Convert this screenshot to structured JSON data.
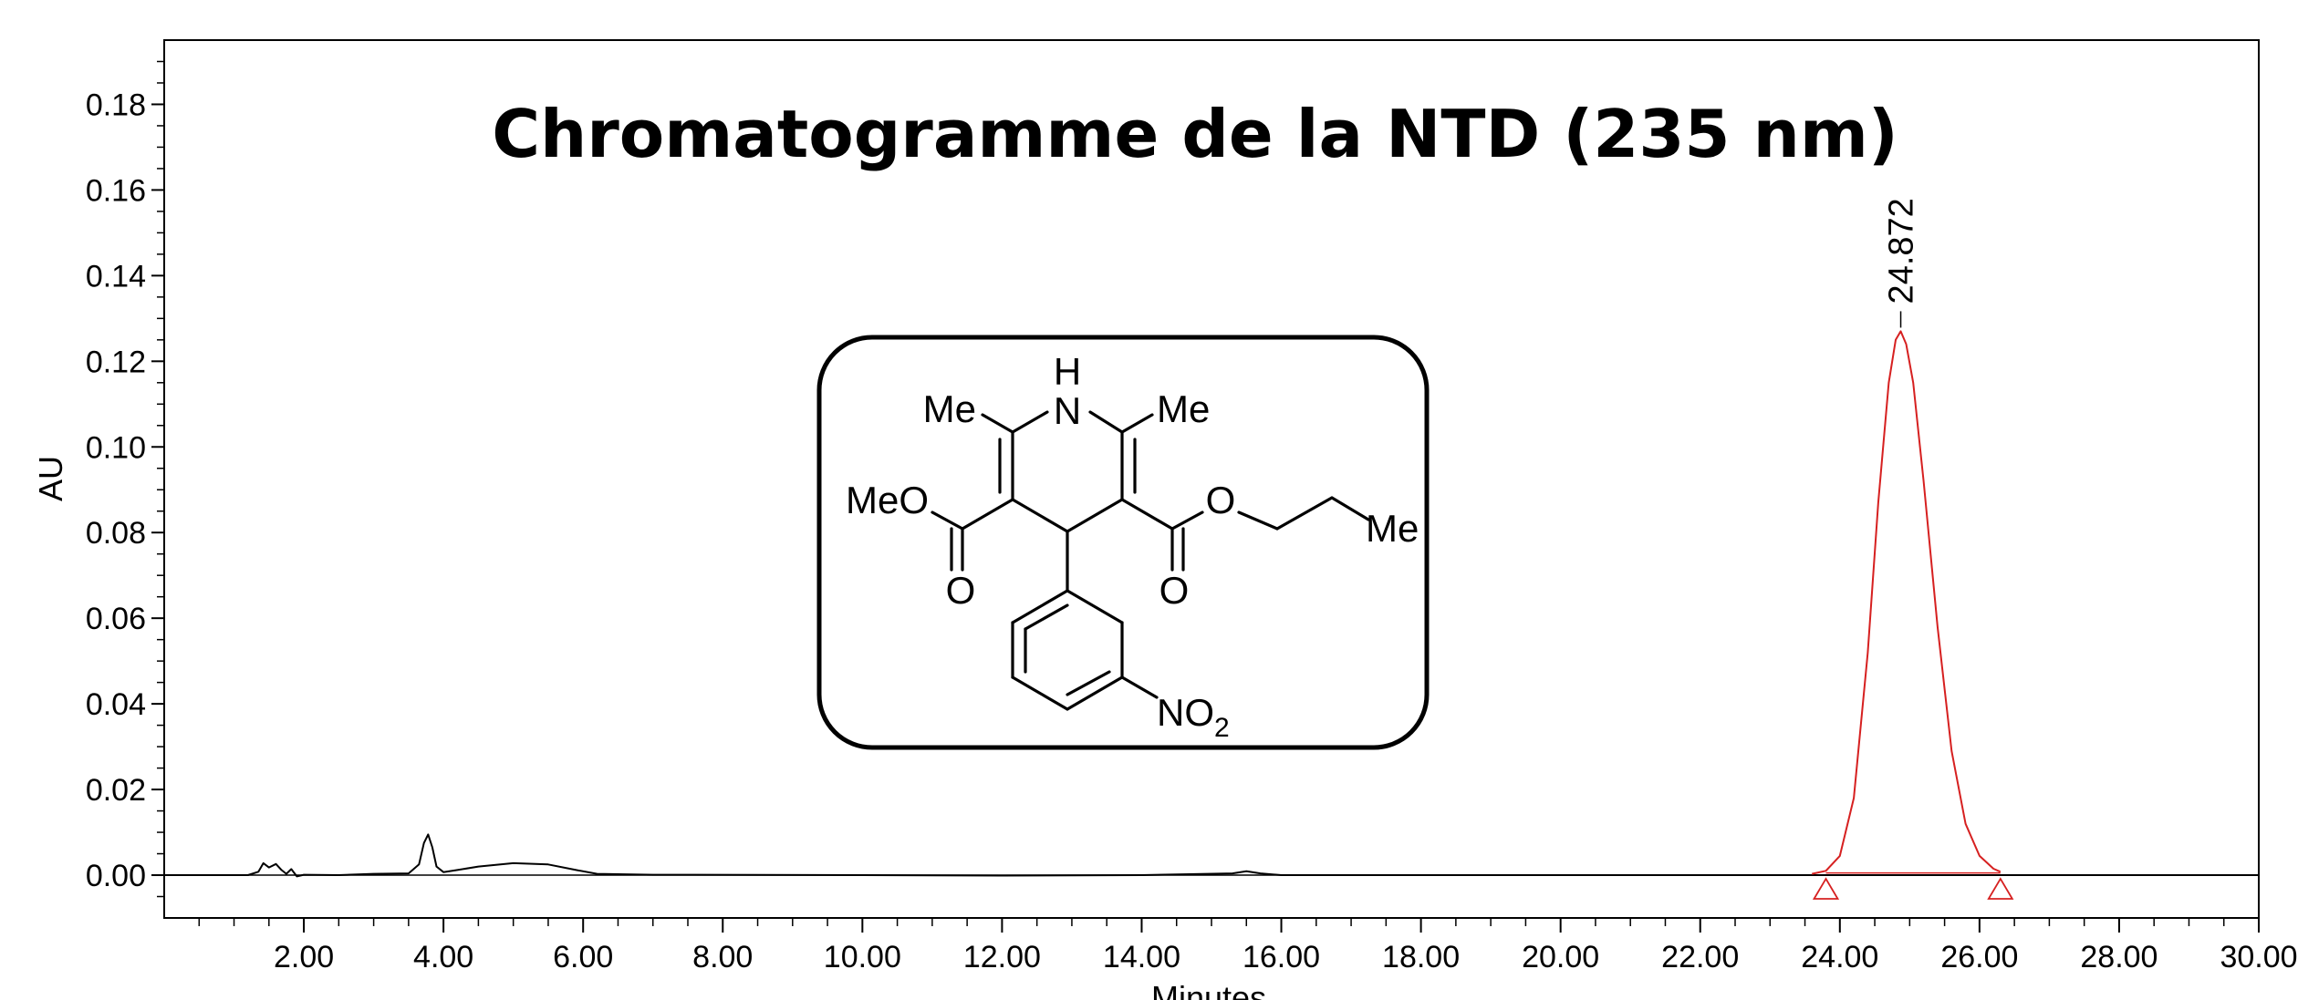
{
  "chart_data": {
    "type": "line",
    "title": "Chromatogramme de la NTD (235 nm)",
    "xlabel": "Minutes",
    "ylabel": "AU",
    "xlim": [
      0,
      30
    ],
    "ylim": [
      -0.01,
      0.195
    ],
    "x_ticks": [
      2,
      4,
      6,
      8,
      10,
      12,
      14,
      16,
      18,
      20,
      22,
      24,
      26,
      28,
      30
    ],
    "x_tick_labels": [
      "2.00",
      "4.00",
      "6.00",
      "8.00",
      "10.00",
      "12.00",
      "14.00",
      "16.00",
      "18.00",
      "20.00",
      "22.00",
      "24.00",
      "26.00",
      "28.00",
      "30.00"
    ],
    "y_ticks": [
      0,
      0.02,
      0.04,
      0.06,
      0.08,
      0.1,
      0.12,
      0.14,
      0.16,
      0.18
    ],
    "y_tick_labels": [
      "0.00",
      "0.02",
      "0.04",
      "0.06",
      "0.08",
      "0.10",
      "0.12",
      "0.14",
      "0.16",
      "0.18"
    ],
    "grid": false,
    "series": [
      {
        "color": "#000000",
        "x": [
          0,
          1.2,
          1.35,
          1.42,
          1.5,
          1.6,
          1.68,
          1.75,
          1.82,
          1.9,
          2.0,
          2.5,
          3.0,
          3.5,
          3.65,
          3.72,
          3.78,
          3.84,
          3.9,
          4.0,
          4.2,
          4.5,
          5.0,
          5.5,
          5.9,
          6.2,
          7.0,
          10.0,
          12.0,
          14.0,
          15.3,
          15.5,
          15.7,
          16.0,
          20.0,
          23.6,
          26.3,
          28.0,
          30.0
        ],
        "y": [
          0,
          0,
          0.0008,
          0.0028,
          0.0018,
          0.0026,
          0.0012,
          0.0003,
          0.0014,
          -0.0003,
          0.0001,
          0,
          0.0003,
          0.0004,
          0.0025,
          0.0075,
          0.0095,
          0.0065,
          0.002,
          0.0007,
          0.0012,
          0.002,
          0.0028,
          0.0025,
          0.0012,
          0.0003,
          0.0001,
          0,
          -0.0001,
          0,
          0.0004,
          0.0009,
          0.0004,
          0,
          0,
          0,
          0,
          0,
          0
        ]
      },
      {
        "color": "#d62020",
        "x": [
          23.6,
          23.8,
          24.0,
          24.2,
          24.4,
          24.55,
          24.7,
          24.8,
          24.872,
          24.95,
          25.05,
          25.2,
          25.4,
          25.6,
          25.8,
          26.0,
          26.2,
          26.3
        ],
        "y": [
          0.0003,
          0.001,
          0.0045,
          0.018,
          0.052,
          0.087,
          0.115,
          0.125,
          0.127,
          0.124,
          0.115,
          0.092,
          0.058,
          0.029,
          0.012,
          0.0045,
          0.0015,
          0.0008
        ]
      }
    ],
    "peak": {
      "x": 24.872,
      "y": 0.127,
      "label": "24.872",
      "start": 23.8,
      "end": 26.3
    },
    "structure_labels": {
      "h": "H",
      "n": "N",
      "me_left": "Me",
      "me_right": "Me",
      "ester_left": "MeO",
      "o_ester_right": "O",
      "me_propyl": "Me",
      "o_carbonyl_left": "O",
      "o_carbonyl_right": "O",
      "nitro": "NO",
      "nitro_sub": "2"
    }
  }
}
